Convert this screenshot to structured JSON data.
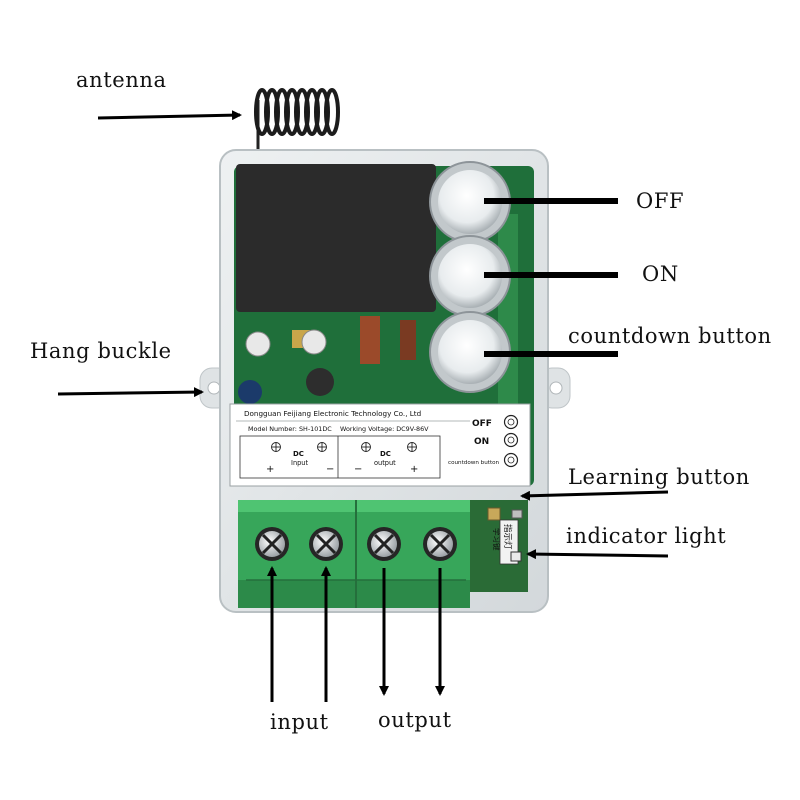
{
  "callouts": {
    "antenna": "antenna",
    "off": "OFF",
    "on": "ON",
    "countdown_button": "countdown button",
    "hang_buckle": "Hang buckle",
    "learning_button": "Learning button",
    "indicator_light": "indicator light",
    "input": "input",
    "output": "output"
  },
  "panel": {
    "company": "Dongguan Feijiang Electronic Technology Co., Ltd",
    "model_number": "Model Number:  SH-101DC",
    "working_voltage": "Working Voltage: DC9V-86V",
    "off": "OFF",
    "on": "ON",
    "countdown_button": "countdown button",
    "dc_left": "DC",
    "input": "Input",
    "dc_right": "DC",
    "output": "output",
    "plus": "+",
    "minus": "−"
  },
  "side_module": {
    "learn_label": "学习键",
    "indicator_label": "指示灯"
  },
  "colors": {
    "pcb_green": "#1f6f3a",
    "terminal_green": "#37a65a",
    "relay_black": "#2b2b2b",
    "casing": "#e4e8ea"
  }
}
